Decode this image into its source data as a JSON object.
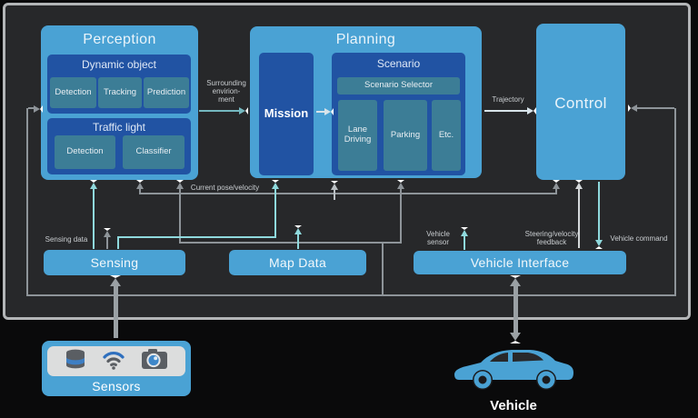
{
  "boxes": {
    "perception": {
      "title": "Perception",
      "dynamic_object": {
        "title": "Dynamic object",
        "items": [
          "Detection",
          "Tracking",
          "Prediction"
        ]
      },
      "traffic_light": {
        "title": "Traffic light",
        "items": [
          "Detection",
          "Classifier"
        ]
      }
    },
    "planning": {
      "title": "Planning",
      "mission": "Mission",
      "scenario": {
        "title": "Scenario",
        "selector": "Scenario Selector",
        "items": [
          "Lane Driving",
          "Parking",
          "Etc."
        ]
      }
    },
    "control": {
      "title": "Control"
    },
    "sensing": {
      "title": "Sensing"
    },
    "map_data": {
      "title": "Map Data"
    },
    "vehicle_interface": {
      "title": "Vehicle Interface"
    },
    "sensors": {
      "title": "Sensors",
      "icons": [
        "database-icon",
        "wifi-icon",
        "camera-icon"
      ]
    },
    "vehicle": {
      "title": "Vehicle"
    }
  },
  "edge_labels": {
    "surrounding_environment": "Surrounding\nenvirion-\nment",
    "trajectory": "Trajectory",
    "current_pose_velocity": "Current pose/velocity",
    "sensing_data": "Sensing data",
    "vehicle_sensor": "Vehicle\nsensor",
    "steering_velocity_feedback": "Steering/velocity\nfeedback",
    "vehicle_command": "Vehicle command"
  },
  "colors": {
    "light_blue": "#4aa2d4",
    "dark_blue": "#2153a3",
    "teal_box": "#3c7d96",
    "teal_line": "#8fd9dd",
    "gray_line": "#8e9499",
    "feedback_line": "#d5d9db",
    "frame_fill": "#27282a",
    "frame_border": "#b3b5b7",
    "background": "#0a0a0b"
  }
}
